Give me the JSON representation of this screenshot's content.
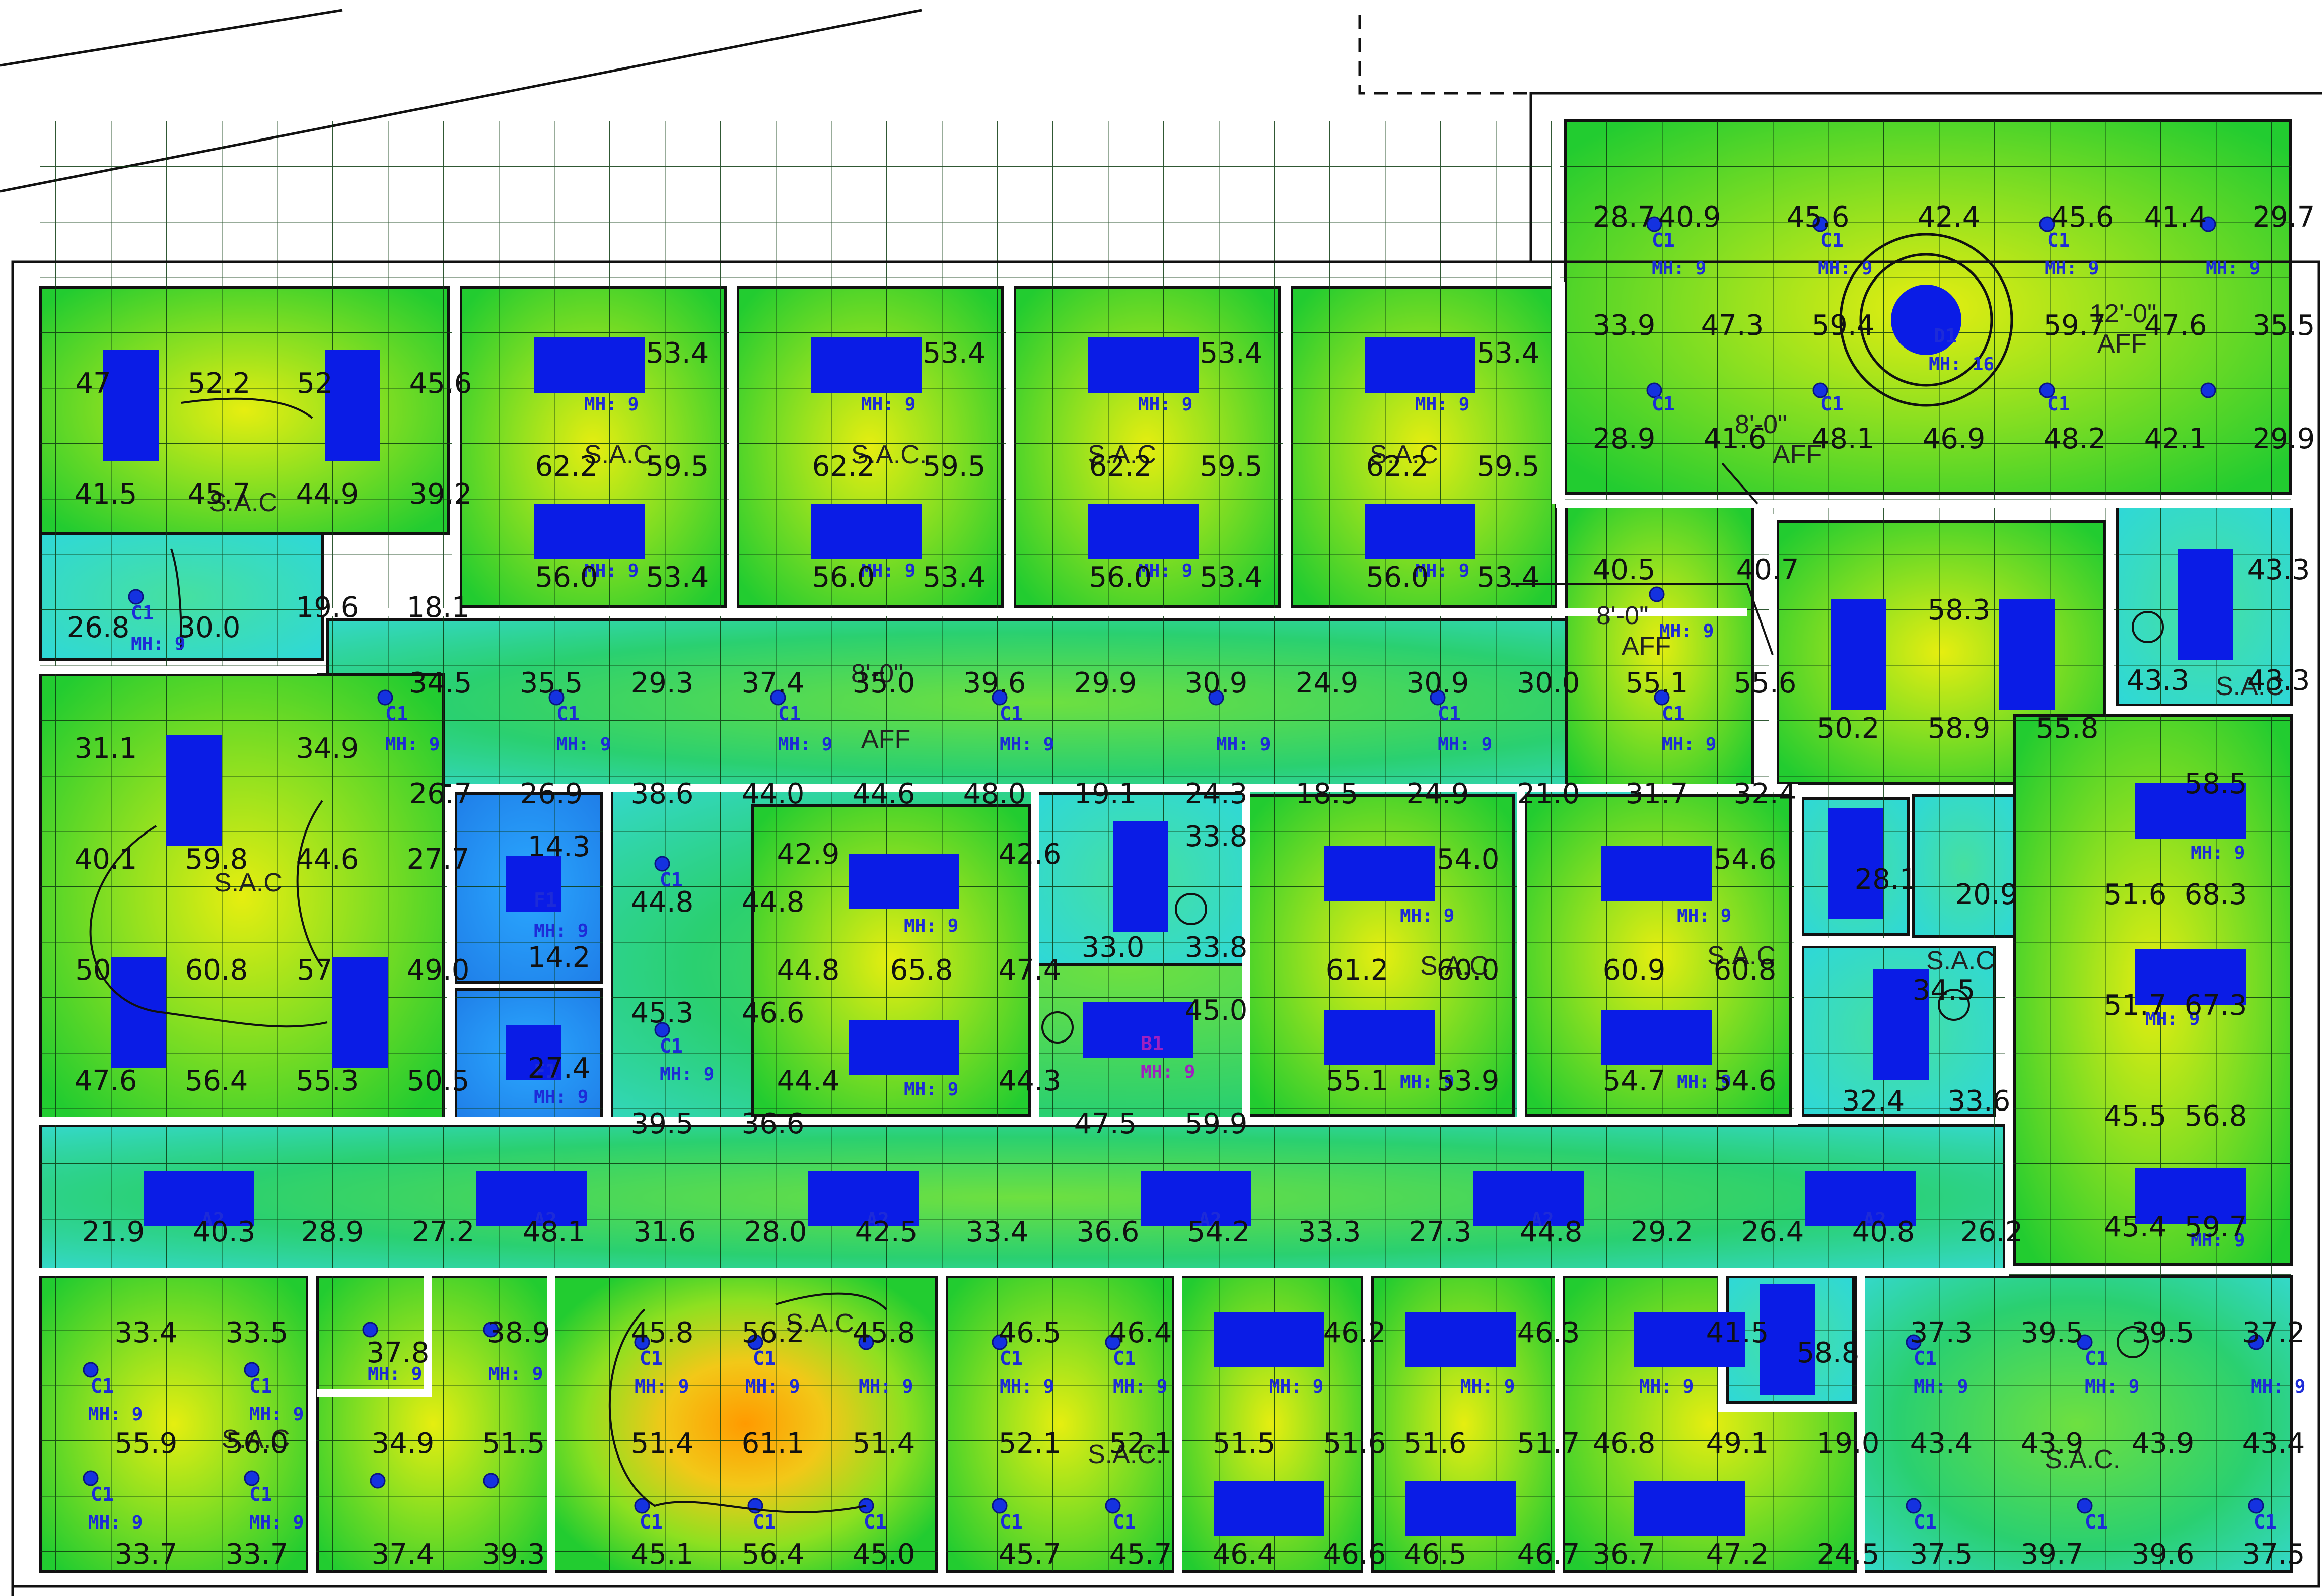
{
  "colors": {
    "wall": "#111111",
    "grid": "#0c3a10",
    "luminaire": "#0a1ce6",
    "heat_low": "#33d8d0",
    "heat_mid": "#22cc22",
    "heat_high": "#e6ee10",
    "heat_peak": "#ff8a00"
  },
  "labels": {
    "sac": "S.A.C.",
    "sac2": "S.A.C",
    "aff": "AFF",
    "h8": "8'-0\"",
    "h12": "12'-0\"",
    "mh": "MH: 9",
    "mh16": "MH: 16",
    "c1": "C1",
    "a2": "A2",
    "b1": "B1",
    "d1": "D1",
    "f1": "F1"
  },
  "readings": [
    [
      "28.7",
      3225,
      450
    ],
    [
      "40.9",
      3355,
      450
    ],
    [
      "45.6",
      3610,
      450
    ],
    [
      "42.4",
      3870,
      450
    ],
    [
      "45.6",
      4135,
      450
    ],
    [
      "41.4",
      4320,
      450
    ],
    [
      "29.7",
      4535,
      450
    ],
    [
      "33.9",
      3225,
      665
    ],
    [
      "47.3",
      3440,
      665
    ],
    [
      "59.4",
      3660,
      665
    ],
    [
      "59.7",
      4120,
      665
    ],
    [
      "47.6",
      4320,
      665
    ],
    [
      "35.5",
      4535,
      665
    ],
    [
      "28.9",
      3225,
      890
    ],
    [
      "41.6",
      3445,
      890
    ],
    [
      "48.1",
      3660,
      890
    ],
    [
      "46.9",
      3880,
      890
    ],
    [
      "48.2",
      4120,
      890
    ],
    [
      "42.1",
      4320,
      890
    ],
    [
      "29.9",
      4535,
      890
    ],
    [
      "47",
      185,
      780
    ],
    [
      "52.2",
      435,
      780
    ],
    [
      "52",
      625,
      780
    ],
    [
      "45.6",
      875,
      780
    ],
    [
      "41.5",
      210,
      1000
    ],
    [
      "45.7",
      435,
      1000
    ],
    [
      "44.9",
      650,
      1000
    ],
    [
      "39.2",
      875,
      1000
    ],
    [
      "26.8",
      195,
      1265
    ],
    [
      "30.0",
      415,
      1265
    ],
    [
      "19.6",
      650,
      1225
    ],
    [
      "18.1",
      870,
      1225
    ],
    [
      "53.4",
      1345,
      720
    ],
    [
      "62.2",
      1125,
      945
    ],
    [
      "59.5",
      1345,
      945
    ],
    [
      "56.0",
      1125,
      1165
    ],
    [
      "53.4",
      1345,
      1165
    ],
    [
      "53.4",
      1895,
      720
    ],
    [
      "62.2",
      1675,
      945
    ],
    [
      "59.5",
      1895,
      945
    ],
    [
      "56.0",
      1675,
      1165
    ],
    [
      "53.4",
      1895,
      1165
    ],
    [
      "53.4",
      2445,
      720
    ],
    [
      "62.2",
      2225,
      945
    ],
    [
      "59.5",
      2445,
      945
    ],
    [
      "56.0",
      2225,
      1165
    ],
    [
      "53.4",
      2445,
      1165
    ],
    [
      "53.4",
      2995,
      720
    ],
    [
      "62.2",
      2775,
      945
    ],
    [
      "59.5",
      2995,
      945
    ],
    [
      "56.0",
      2775,
      1165
    ],
    [
      "53.4",
      2995,
      1165
    ],
    [
      "40.5",
      3225,
      1150
    ],
    [
      "40.7",
      3510,
      1150
    ],
    [
      "58.3",
      3890,
      1230
    ],
    [
      "50.2",
      3670,
      1465
    ],
    [
      "58.9",
      3890,
      1465
    ],
    [
      "55.8",
      4105,
      1465
    ],
    [
      "43.3",
      4525,
      1150
    ],
    [
      "43.3",
      4285,
      1370
    ],
    [
      "43.3",
      4525,
      1370
    ],
    [
      "34.5",
      875,
      1375
    ],
    [
      "35.5",
      1095,
      1375
    ],
    [
      "29.3",
      1315,
      1375
    ],
    [
      "37.4",
      1535,
      1375
    ],
    [
      "35.0",
      1755,
      1375
    ],
    [
      "39.6",
      1975,
      1375
    ],
    [
      "29.9",
      2195,
      1375
    ],
    [
      "30.9",
      2415,
      1375
    ],
    [
      "24.9",
      2635,
      1375
    ],
    [
      "30.9",
      2855,
      1375
    ],
    [
      "30.0",
      3075,
      1375
    ],
    [
      "55.1",
      3290,
      1375
    ],
    [
      "55.6",
      3505,
      1375
    ],
    [
      "31.1",
      210,
      1505
    ],
    [
      "34.9",
      650,
      1505
    ],
    [
      "40.1",
      210,
      1725
    ],
    [
      "59.8",
      430,
      1725
    ],
    [
      "44.6",
      650,
      1725
    ],
    [
      "27.7",
      870,
      1725
    ],
    [
      "50",
      185,
      1945
    ],
    [
      "60.8",
      430,
      1945
    ],
    [
      "57",
      625,
      1945
    ],
    [
      "49.0",
      870,
      1945
    ],
    [
      "47.6",
      210,
      2165
    ],
    [
      "56.4",
      430,
      2165
    ],
    [
      "55.3",
      650,
      2165
    ],
    [
      "50.5",
      870,
      2165
    ],
    [
      "26.7",
      875,
      1595
    ],
    [
      "26.9",
      1095,
      1595
    ],
    [
      "38.6",
      1315,
      1595
    ],
    [
      "44.0",
      1535,
      1595
    ],
    [
      "44.6",
      1755,
      1595
    ],
    [
      "48.0",
      1975,
      1595
    ],
    [
      "19.1",
      2195,
      1595
    ],
    [
      "24.3",
      2415,
      1595
    ],
    [
      "18.5",
      2635,
      1595
    ],
    [
      "24.9",
      2855,
      1595
    ],
    [
      "21.0",
      3075,
      1595
    ],
    [
      "31.7",
      3290,
      1595
    ],
    [
      "32.4",
      3505,
      1595
    ],
    [
      "14.3",
      1110,
      1700
    ],
    [
      "14.2",
      1110,
      1920
    ],
    [
      "27.4",
      1110,
      2140
    ],
    [
      "44.8",
      1315,
      1810
    ],
    [
      "44.8",
      1535,
      1810
    ],
    [
      "42.9",
      1605,
      1715
    ],
    [
      "42.6",
      2045,
      1715
    ],
    [
      "44.8",
      1605,
      1945
    ],
    [
      "65.8",
      1830,
      1945
    ],
    [
      "47.4",
      2045,
      1945
    ],
    [
      "45.3",
      1315,
      2030
    ],
    [
      "46.6",
      1535,
      2030
    ],
    [
      "44.4",
      1605,
      2165
    ],
    [
      "44.3",
      2045,
      2165
    ],
    [
      "39.5",
      1315,
      2250
    ],
    [
      "36.6",
      1535,
      2250
    ],
    [
      "33.8",
      2415,
      1680
    ],
    [
      "33.0",
      2210,
      1900
    ],
    [
      "33.8",
      2415,
      1900
    ],
    [
      "45.0",
      2415,
      2025
    ],
    [
      "47.5",
      2195,
      2250
    ],
    [
      "59.9",
      2415,
      2250
    ],
    [
      "54.0",
      2915,
      1725
    ],
    [
      "61.2",
      2695,
      1945
    ],
    [
      "60.0",
      2915,
      1945
    ],
    [
      "55.1",
      2695,
      2165
    ],
    [
      "53.9",
      2915,
      2165
    ],
    [
      "54.6",
      3465,
      1725
    ],
    [
      "60.9",
      3245,
      1945
    ],
    [
      "60.8",
      3465,
      1945
    ],
    [
      "54.7",
      3245,
      2165
    ],
    [
      "54.6",
      3465,
      2165
    ],
    [
      "28.1",
      3745,
      1765
    ],
    [
      "20.9",
      3945,
      1795
    ],
    [
      "34.5",
      3860,
      1985
    ],
    [
      "32.4",
      3720,
      2205
    ],
    [
      "33.6",
      3930,
      2205
    ],
    [
      "58.5",
      4400,
      1575
    ],
    [
      "51.6",
      4240,
      1795
    ],
    [
      "68.3",
      4400,
      1795
    ],
    [
      "51.7",
      4240,
      2015
    ],
    [
      "67.3",
      4400,
      2015
    ],
    [
      "45.5",
      4240,
      2235
    ],
    [
      "56.8",
      4400,
      2235
    ],
    [
      "45.4",
      4240,
      2455
    ],
    [
      "59.7",
      4400,
      2455
    ],
    [
      "21.9",
      225,
      2465
    ],
    [
      "40.3",
      445,
      2465
    ],
    [
      "28.9",
      660,
      2465
    ],
    [
      "27.2",
      880,
      2465
    ],
    [
      "48.1",
      1100,
      2465
    ],
    [
      "31.6",
      1320,
      2465
    ],
    [
      "28.0",
      1540,
      2465
    ],
    [
      "42.5",
      1760,
      2465
    ],
    [
      "33.4",
      1980,
      2465
    ],
    [
      "36.6",
      2200,
      2465
    ],
    [
      "54.2",
      2420,
      2465
    ],
    [
      "33.3",
      2640,
      2465
    ],
    [
      "27.3",
      2860,
      2465
    ],
    [
      "44.8",
      3080,
      2465
    ],
    [
      "29.2",
      3300,
      2465
    ],
    [
      "26.4",
      3520,
      2465
    ],
    [
      "40.8",
      3740,
      2465
    ],
    [
      "26.2",
      3955,
      2465
    ],
    [
      "33.4",
      290,
      2665
    ],
    [
      "33.5",
      510,
      2665
    ],
    [
      "55.9",
      290,
      2885
    ],
    [
      "56.0",
      510,
      2885
    ],
    [
      "33.7",
      290,
      3105
    ],
    [
      "33.7",
      510,
      3105
    ],
    [
      "37.8",
      790,
      2705
    ],
    [
      "38.9",
      1030,
      2665
    ],
    [
      "34.9",
      800,
      2885
    ],
    [
      "51.5",
      1020,
      2885
    ],
    [
      "37.4",
      800,
      3105
    ],
    [
      "39.3",
      1020,
      3105
    ],
    [
      "45.8",
      1315,
      2665
    ],
    [
      "56.2",
      1535,
      2665
    ],
    [
      "45.8",
      1755,
      2665
    ],
    [
      "51.4",
      1315,
      2885
    ],
    [
      "61.1",
      1535,
      2885
    ],
    [
      "51.4",
      1755,
      2885
    ],
    [
      "45.1",
      1315,
      3105
    ],
    [
      "56.4",
      1535,
      3105
    ],
    [
      "45.0",
      1755,
      3105
    ],
    [
      "46.5",
      2045,
      2665
    ],
    [
      "46.4",
      2265,
      2665
    ],
    [
      "52.1",
      2045,
      2885
    ],
    [
      "52.1",
      2265,
      2885
    ],
    [
      "45.7",
      2045,
      3105
    ],
    [
      "45.7",
      2265,
      3105
    ],
    [
      "46.2",
      2690,
      2665
    ],
    [
      "51.5",
      2470,
      2885
    ],
    [
      "51.6",
      2690,
      2885
    ],
    [
      "46.4",
      2470,
      3105
    ],
    [
      "46.6",
      2690,
      3105
    ],
    [
      "46.3",
      3075,
      2665
    ],
    [
      "51.6",
      2850,
      2885
    ],
    [
      "51.7",
      3075,
      2885
    ],
    [
      "46.5",
      2850,
      3105
    ],
    [
      "46.7",
      3075,
      3105
    ],
    [
      "41.5",
      3450,
      2665
    ],
    [
      "46.8",
      3225,
      2885
    ],
    [
      "49.1",
      3450,
      2885
    ],
    [
      "36.7",
      3225,
      3105
    ],
    [
      "47.2",
      3450,
      3105
    ],
    [
      "58.8",
      3630,
      2705
    ],
    [
      "19.0",
      3670,
      2885
    ],
    [
      "24.5",
      3670,
      3105
    ],
    [
      "37.3",
      3855,
      2665
    ],
    [
      "39.5",
      4075,
      2665
    ],
    [
      "39.5",
      4295,
      2665
    ],
    [
      "37.2",
      4515,
      2665
    ],
    [
      "43.4",
      3855,
      2885
    ],
    [
      "43.9",
      4075,
      2885
    ],
    [
      "43.9",
      4295,
      2885
    ],
    [
      "43.4",
      4515,
      2885
    ],
    [
      "37.5",
      3855,
      3105
    ],
    [
      "39.7",
      4075,
      3105
    ],
    [
      "39.6",
      4295,
      3105
    ],
    [
      "37.5",
      4515,
      3105
    ]
  ]
}
